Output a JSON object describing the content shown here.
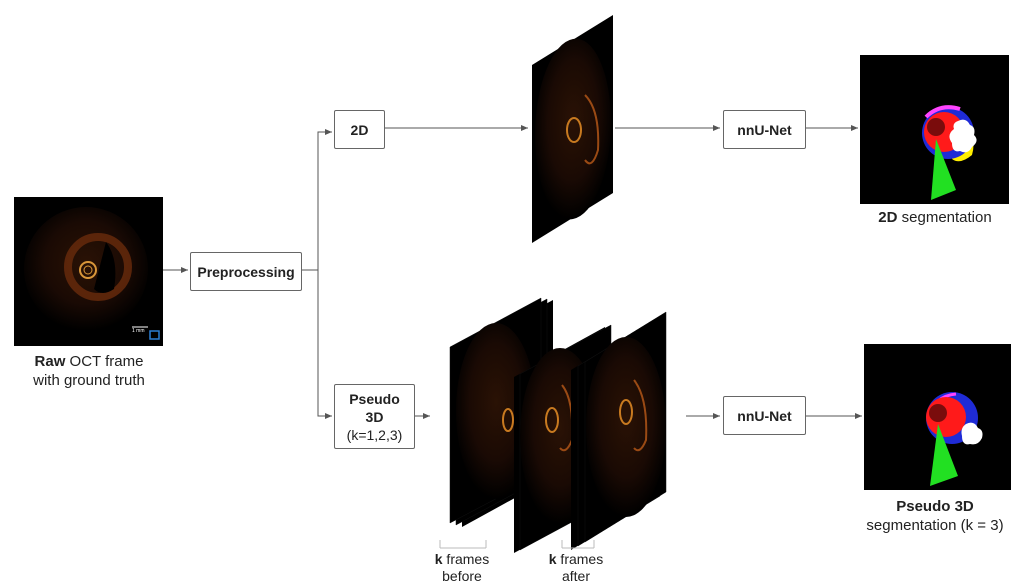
{
  "raw": {
    "title_bold": "Raw",
    "title_rest": " OCT frame",
    "line2": "with ground truth",
    "scale_label": "1 mm"
  },
  "boxes": {
    "preprocessing": "Preprocessing",
    "two_d": "2D",
    "pseudo_line1": "Pseudo",
    "pseudo_line2": "3D",
    "pseudo_line3": "(k=1,2,3)",
    "nnunet_top": "nnU-Net",
    "nnunet_bottom": "nnU-Net"
  },
  "outputs": {
    "top_bold": "2D",
    "top_rest": " segmentation",
    "bottom_line1": "Pseudo 3D",
    "bottom_line2": "segmentation (k = 3)"
  },
  "frames": {
    "before_bold": "k",
    "before_rest": " frames",
    "before_line2": "before",
    "after_bold": "k",
    "after_rest": " frames",
    "after_line2": "after"
  },
  "colors": {
    "arrow": "#555555",
    "lumen": "#ff1a1a",
    "wall": "#1f2bd6",
    "guide": "#22e022",
    "calcium": "#ffffff",
    "lipid": "#ffee00",
    "ring": "#ff44ff"
  }
}
